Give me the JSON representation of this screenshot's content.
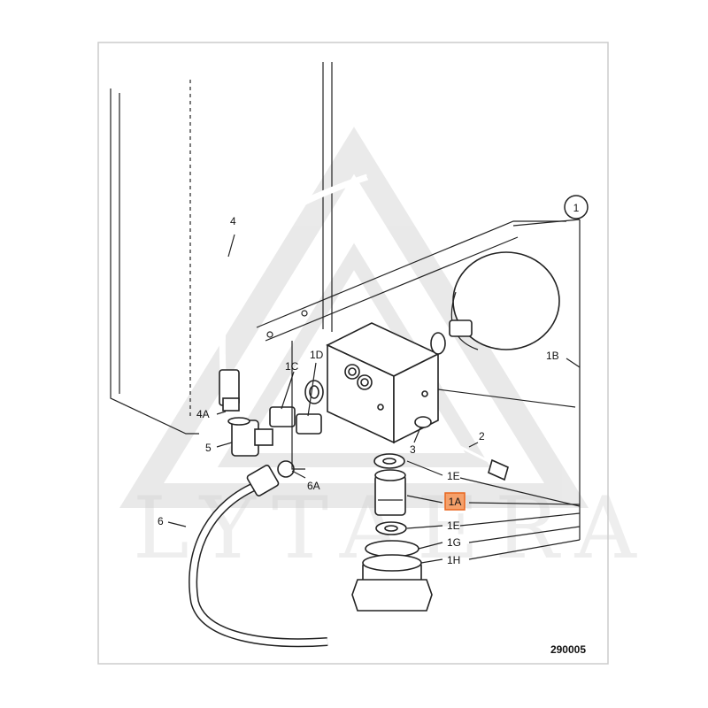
{
  "callouts": {
    "c1": "1",
    "c1A": "1A",
    "c1B": "1B",
    "c1C": "1C",
    "c1D": "1D",
    "c1E_top": "1E",
    "c1E_bottom": "1E",
    "c1G": "1G",
    "c1H": "1H",
    "c2": "2",
    "c3": "3",
    "c4": "4",
    "c4A": "4A",
    "c5": "5",
    "c6": "6",
    "c6A": "6A"
  },
  "figure_number": "290005",
  "watermark": "LYTAERA",
  "colors": {
    "highlight": "#f5a06a",
    "highlight_border": "#e8651e",
    "frame": "#cccccc",
    "line": "#222222"
  }
}
